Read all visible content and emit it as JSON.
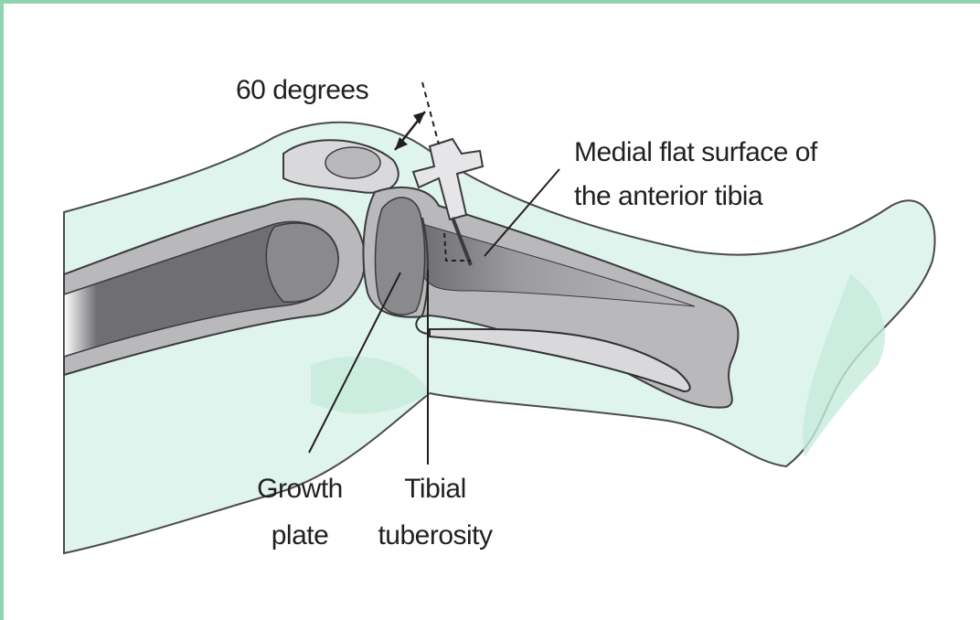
{
  "labels": {
    "angle": "60 degrees",
    "medial_line1": "Medial flat surface of",
    "medial_line2": "the anterior tibia",
    "growth_line1": "Growth",
    "growth_line2": "plate",
    "tibial_line1": "Tibial",
    "tibial_line2": "tuberosity"
  },
  "colors": {
    "border": "#8fd3b0",
    "skin_fill": "#dff4ec",
    "bone_fill": "#b9b9bb",
    "marrow_fill": "#8a8a8c",
    "outline": "#3b3b3d",
    "text": "#231f20"
  }
}
